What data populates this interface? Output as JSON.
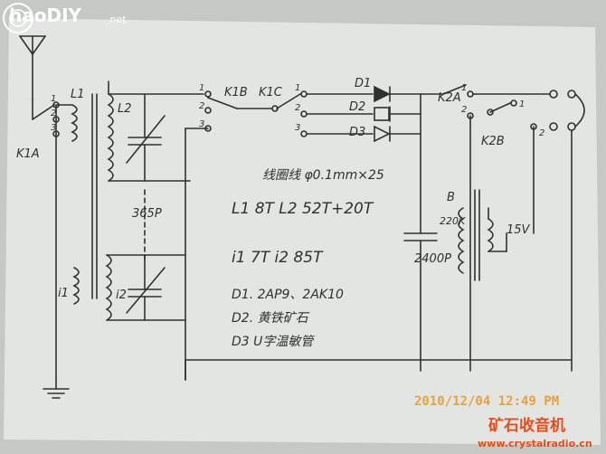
{
  "watermark_top": "haoDIY",
  "watermark_top_suffix": ".net",
  "labels": {
    "k1a": "K1A",
    "l1": "L1",
    "l2": "L2",
    "k1b": "K1B",
    "k1c": "K1C",
    "d1": "D1",
    "d2": "D2",
    "d3": "D3",
    "k2a": "K2A",
    "k2b": "K2B",
    "b": "B",
    "cap365": "365P",
    "i1": "i1",
    "i2": "i2",
    "cap2400": "2400P",
    "r220k": "220K",
    "v15": "15V",
    "pos1a": "1",
    "pos2a": "2",
    "pos3a": "3",
    "pos1b": "1",
    "pos2b": "2",
    "pos3b": "3",
    "pos1c": "1",
    "pos2c": "2",
    "pos3c": "3",
    "pos1d": "1",
    "pos2d": "2",
    "pos1e": "1",
    "pos2e": "2"
  },
  "notes": {
    "wire": "线圈线 φ0.1mm×25",
    "l_turns": "L1 8T   L2 52T+20T",
    "i_turns": "i1 7T   i2 85T",
    "d1": "D1. 2AP9、2AK10",
    "d2": "D2. 黄铁矿石",
    "d3": "D3 U字温敏管"
  },
  "date_stamp": "2010/12/04  12:49 PM",
  "site_cn": "矿石收音机",
  "site_url": "www.crystalradio.cn",
  "colors": {
    "paper": "#e4e6e3",
    "ink": "#2f3131",
    "stamp": "#e8a23a",
    "site": "#e84c1a"
  },
  "icons": [
    "antenna-icon",
    "ground-icon",
    "diode-icon",
    "headphone-jack-icon"
  ]
}
